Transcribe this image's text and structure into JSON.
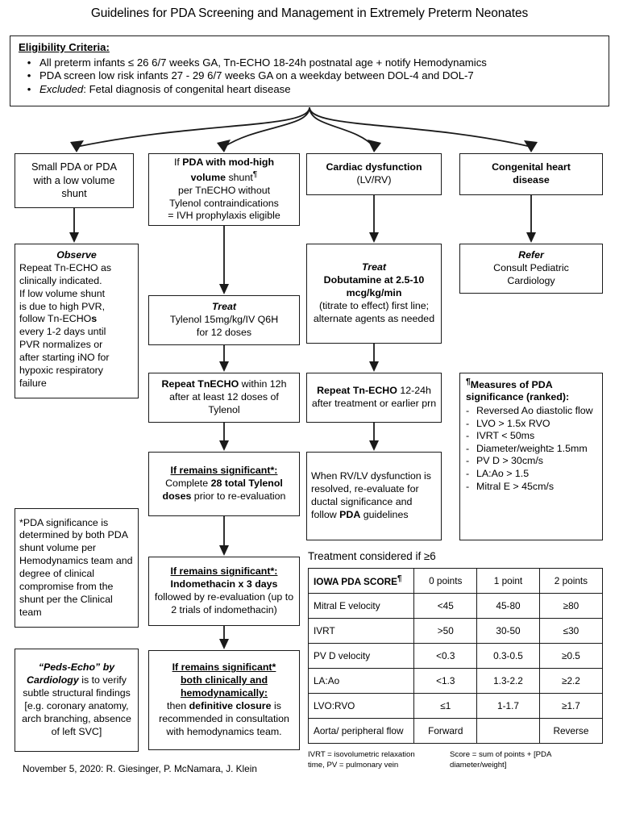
{
  "title": "Guidelines for PDA Screening and Management in Extremely Preterm Neonates",
  "eligibility": {
    "heading": "Eligibility Criteria",
    "heading_colon": ":",
    "bullet": "•",
    "items": [
      "All preterm infants  ≤ 26 6/7 weeks GA, Tn-ECHO 18-24h postnatal age + notify Hemodynamics",
      "PDA screen low risk infants 27 - 29 6/7 weeks GA on a weekday between DOL-4 and DOL-7",
      "Excluded: Fetal diagnosis of congenital heart disease"
    ],
    "item3_italic": "Excluded",
    "item3_rest": ": Fetal diagnosis of congenital heart disease"
  },
  "branches": {
    "small_pda": "Small PDA or PDA with a low volume shunt",
    "small_pda_l1": "Small PDA or PDA",
    "small_pda_l2": "with a low volume",
    "small_pda_l3": "shunt",
    "mod_high_if": "If ",
    "mod_high_b1": "PDA with mod-high",
    "mod_high_b2": "volume",
    "mod_high_rest": " shunt",
    "mod_high_sup": "¶",
    "mod_high_l3": "per TnECHO  without",
    "mod_high_l4": "Tylenol contraindications",
    "mod_high_l5": "= IVH prophylaxis eligible",
    "cardiac_l1": "Cardiac dysfunction",
    "cardiac_l2": "(LV/RV)",
    "chd_l1": "Congenital heart",
    "chd_l2": "disease"
  },
  "observe": {
    "head": "Observe",
    "body": "Repeat Tn-ECHO as clinically indicated. If low volume shunt is due to high PVR, follow Tn-ECHOs every 1-2 days  until PVR normalizes or after starting iNO for hypoxic respiratory failure",
    "l1": "Repeat Tn-ECHO as",
    "l2": "clinically indicated.",
    "l3": "If low volume shunt",
    "l4": "is due to high PVR,",
    "l5a": "follow Tn-ECHO",
    "l5b": "s",
    "l6": "every 1-2 days  until",
    "l7": "PVR normalizes or",
    "l8": "after starting iNO for",
    "l9": "hypoxic respiratory",
    "l10": "failure"
  },
  "star_note": {
    "text": "*PDA significance is determined by both PDA shunt volume per Hemodynamics team and degree of clinical compromise from the shunt per the Clinical team"
  },
  "peds_echo": {
    "b1": "“Peds-Echo” by",
    "b2": "Cardiology",
    "rest": " is to verify subtle structural findings [e.g. coronary anatomy, arch branching, absence of left SVC]"
  },
  "treat_tylenol": {
    "head": "Treat",
    "l1": "Tylenol 15mg/kg/IV Q6H",
    "l2": "for 12 doses"
  },
  "repeat_tnecho": {
    "b": "Repeat TnECHO",
    "rest": " within 12h after at least 12 doses of Tylenol"
  },
  "sig1": {
    "head": "If remains significant*:",
    "pre": "Complete ",
    "b1": "28 total Tylenol doses",
    "rest": " prior to re-evaluation"
  },
  "sig2": {
    "head": "If remains significant*:",
    "b1": "Indomethacin x 3 days",
    "rest": "followed by re-evaluation (up to 2 trials of indomethacin)"
  },
  "sig3": {
    "head_l1": "If remains significant*",
    "head_l2": "both clinically and",
    "head_l3": "hemodynamically:",
    "pre": "then ",
    "b1": "definitive closure",
    "rest": " is recommended in consultation with hemodynamics team."
  },
  "treat_dobutamine": {
    "head": "Treat",
    "b1_l1": "Dobutamine at 2.5-10",
    "b1_l2": "mcg/kg/min",
    "rest": "(titrate to effect) first line; alternate agents as needed"
  },
  "repeat_tnecho2": {
    "b": "Repeat Tn-ECHO",
    "rest": " 12-24h after treatment or earlier prn"
  },
  "rvlv": {
    "pre": "When RV/LV dysfunction is resolved, re-evaluate for ductal significance and follow ",
    "b1": "PDA",
    "post": " guidelines"
  },
  "refer": {
    "head": "Refer",
    "l1": "Consult Pediatric",
    "l2": "Cardiology"
  },
  "measures": {
    "sup": "¶",
    "head_l1": "Measures of PDA",
    "head_l2": "significance (ranked):",
    "dash": "-",
    "items": [
      "Reversed Ao diastolic flow",
      "LVO > 1.5x RVO",
      "IVRT < 50ms",
      "Diameter/weight≥ 1.5mm",
      "PV D > 30cm/s",
      "LA:Ao > 1.5",
      "Mitral E > 45cm/s"
    ]
  },
  "table": {
    "caption": "Treatment considered if ≥6",
    "header_label": "IOWA PDA SCORE",
    "header_sup": "¶",
    "columns": [
      "0 points",
      "1 point",
      "2 points"
    ],
    "rows": [
      {
        "label": "Mitral E velocity",
        "values": [
          "<45",
          "45-80",
          "≥80"
        ]
      },
      {
        "label": "IVRT",
        "values": [
          ">50",
          "30-50",
          "≤30"
        ]
      },
      {
        "label": "PV D velocity",
        "values": [
          "<0.3",
          "0.3-0.5",
          "≥0.5"
        ]
      },
      {
        "label": "LA:Ao",
        "values": [
          "<1.3",
          "1.3-2.2",
          "≥2.2"
        ]
      },
      {
        "label": "LVO:RVO",
        "values": [
          "≤1",
          "1-1.7",
          "≥1.7"
        ]
      },
      {
        "label": "Aorta/ peripheral flow",
        "values": [
          "Forward",
          "",
          "Reverse"
        ]
      }
    ]
  },
  "footnotes": {
    "left": "IVRT = isovolumetric relaxation time, PV = pulmonary vein",
    "right": "Score = sum of points + [PDA diameter/weight]"
  },
  "credit": "November 5, 2020: R. Giesinger, P. McNamara, J. Klein"
}
